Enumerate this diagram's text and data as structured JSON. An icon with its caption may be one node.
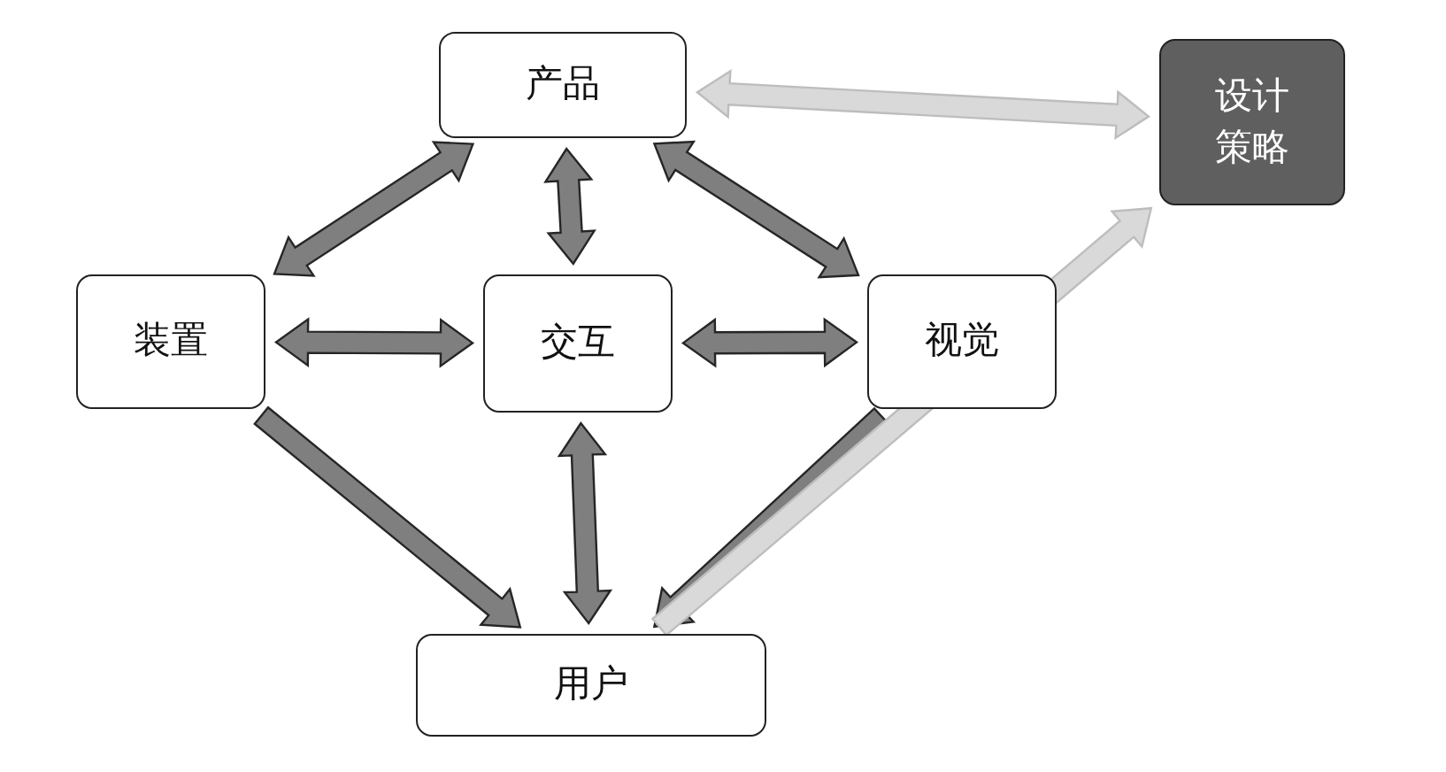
{
  "diagram": {
    "nodes": [
      {
        "text": [
          "产品"
        ]
      },
      {
        "text": [
          "设计策略"
        ]
      },
      {
        "text": [
          "装置"
        ]
      },
      {
        "text": [
          "交互"
        ]
      },
      {
        "text": [
          "视觉"
        ]
      },
      {
        "text": [
          "用户"
        ]
      }
    ],
    "edges": [
      {
        "from": 0,
        "to": 1,
        "arrow": "both",
        "color": "#d9d9d9"
      },
      {
        "from": 0,
        "to": 2,
        "arrow": "both"
      },
      {
        "from": 0,
        "to": 3,
        "arrow": "both"
      },
      {
        "from": 0,
        "to": 4,
        "arrow": "both"
      },
      {
        "from": 2,
        "to": 3,
        "arrow": "both"
      },
      {
        "from": 3,
        "to": 4,
        "arrow": "both"
      },
      {
        "from": 2,
        "to": 5,
        "arrow": "to"
      },
      {
        "from": 3,
        "to": 5,
        "arrow": "both"
      },
      {
        "from": 4,
        "to": 5,
        "arrow": "to"
      },
      {
        "from": 5,
        "to": 1,
        "arrow": "to",
        "color": "#d9d9d9"
      }
    ]
  }
}
